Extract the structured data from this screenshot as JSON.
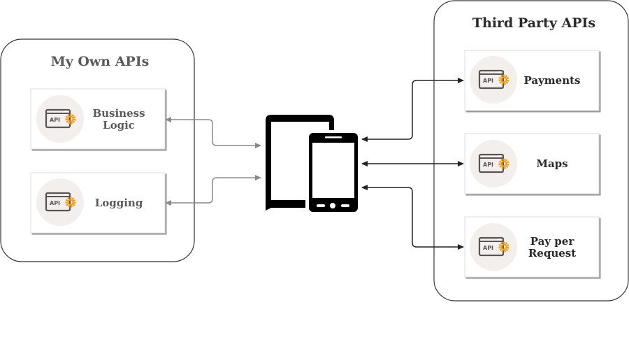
{
  "groups": {
    "own": {
      "title": "My Own APIs",
      "cards": [
        {
          "line1": "Business",
          "line2": "Logic"
        },
        {
          "line1": "Logging",
          "line2": ""
        }
      ]
    },
    "third_party": {
      "title": "Third Party APIs",
      "cards": [
        {
          "line1": "Payments",
          "line2": ""
        },
        {
          "line1": "Maps",
          "line2": ""
        },
        {
          "line1": "Pay per",
          "line2": "Request"
        }
      ]
    }
  },
  "icon_text": "API",
  "colors": {
    "own_text": "#5a5a5a",
    "third_text": "#2a2a2a",
    "gear": "#f39c12",
    "icon_circle": "#f3efed",
    "own_arrow": "#8a8a8a",
    "third_arrow": "#222222"
  }
}
